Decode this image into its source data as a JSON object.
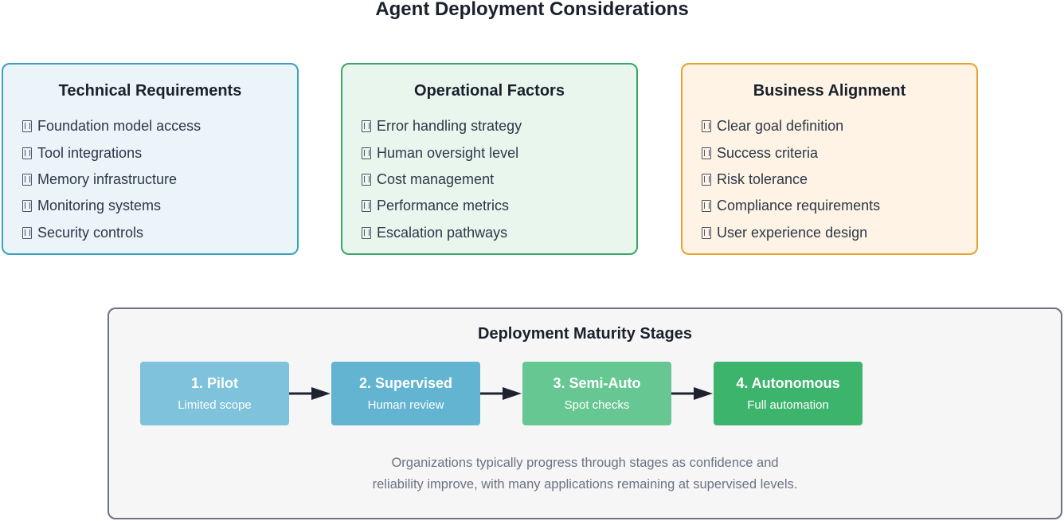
{
  "title": "Agent Deployment Considerations",
  "cards": [
    {
      "title": "Technical Requirements",
      "items": [
        "Foundation model access",
        "Tool integrations",
        "Memory infrastructure",
        "Monitoring systems",
        "Security controls"
      ]
    },
    {
      "title": "Operational Factors",
      "items": [
        "Error handling strategy",
        "Human oversight level",
        "Cost management",
        "Performance metrics",
        "Escalation pathways"
      ]
    },
    {
      "title": "Business Alignment",
      "items": [
        "Clear goal definition",
        "Success criteria",
        "Risk tolerance",
        "Compliance requirements",
        "User experience design"
      ]
    }
  ],
  "maturity": {
    "title": "Deployment Maturity Stages",
    "stages": [
      {
        "title": "1. Pilot",
        "subtitle": "Limited scope"
      },
      {
        "title": "2. Supervised",
        "subtitle": "Human review"
      },
      {
        "title": "3. Semi-Auto",
        "subtitle": "Spot checks"
      },
      {
        "title": "4. Autonomous",
        "subtitle": "Full automation"
      }
    ],
    "note_line1": "Organizations typically progress through stages as confidence and",
    "note_line2": "reliability improve, with many applications remaining at supervised levels."
  },
  "colors": {
    "technical": "#3ba0bd",
    "operational": "#38a862",
    "business": "#e9a22e",
    "stage_pilot": "#7ec2dc",
    "stage_supervised": "#62b4d0",
    "stage_semi_auto": "#66c792",
    "stage_autonomous": "#3db46c"
  },
  "icons": {
    "list_bullet": "checkbox-icon",
    "stage_connector": "arrow-right-icon"
  }
}
